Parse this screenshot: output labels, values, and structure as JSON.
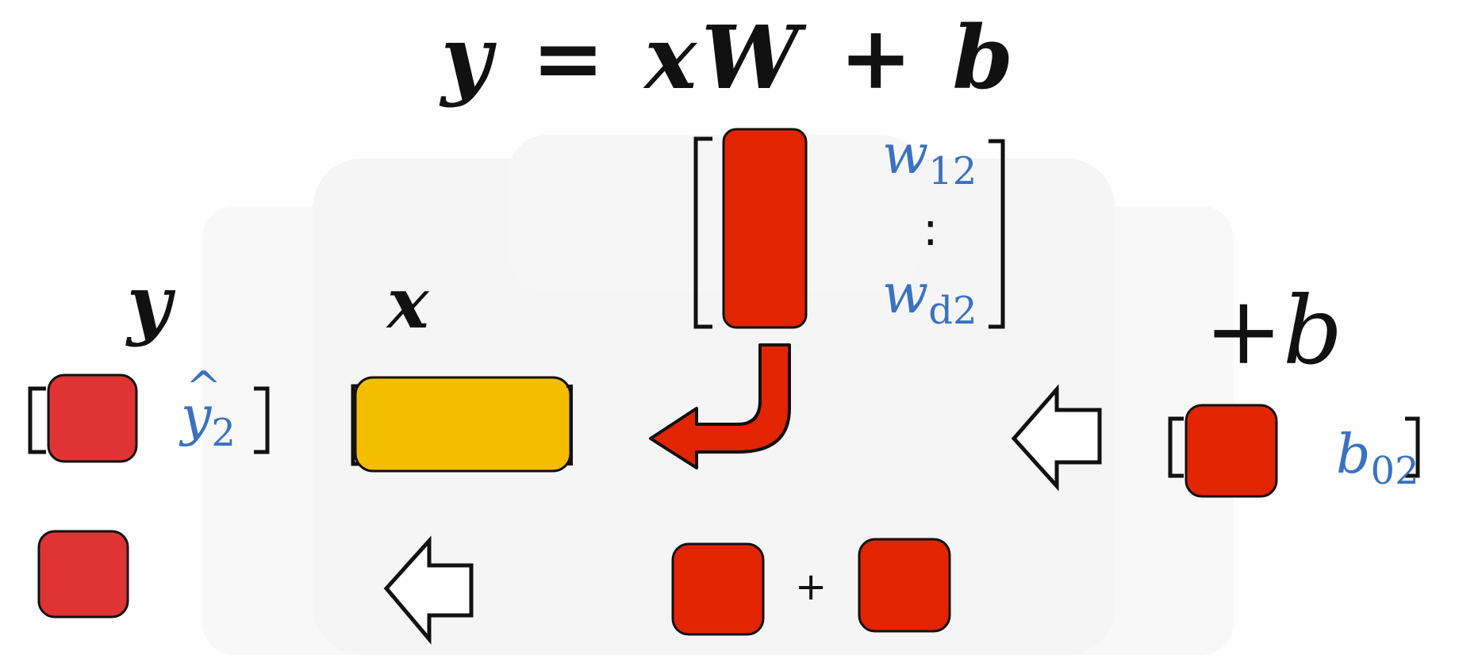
{
  "equation": "y = xW + b",
  "labels": {
    "y": "y",
    "x": "x",
    "plus_b": "+b"
  },
  "weight_column": {
    "top_entry": "w",
    "top_sub": "12",
    "ellipsis": ":",
    "bottom_entry": "w",
    "bottom_sub": "d2"
  },
  "output": {
    "entry": "y",
    "hat": "^",
    "sub": "2"
  },
  "bias": {
    "entry": "b",
    "sub": "02"
  },
  "sum_operator": "+",
  "colors": {
    "red_cell": "#e32400",
    "output_cell": "#e03434",
    "yellow_cell": "#f5bd00",
    "blue_text": "#3a72c0",
    "ink": "#111111"
  }
}
